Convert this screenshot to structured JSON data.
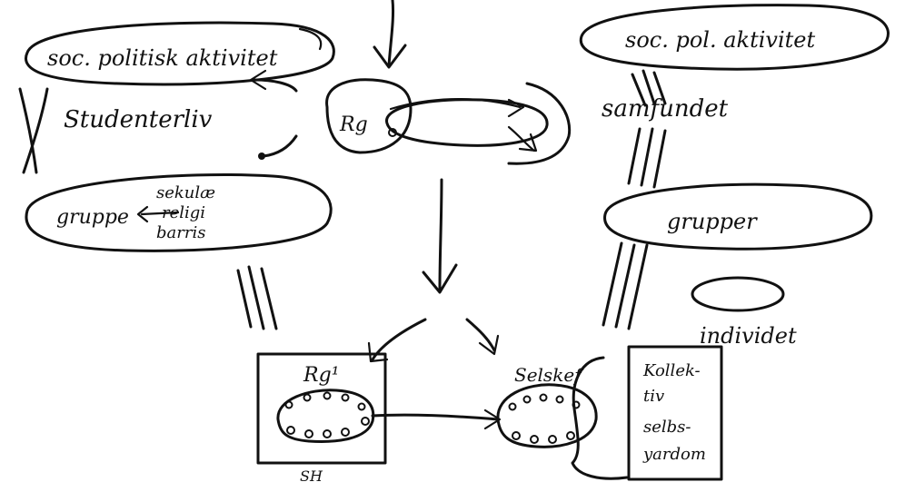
{
  "labels": {
    "top_left_ellipse": "soc. politisk aktivitet",
    "student_item": "Studenterliv",
    "group_target": "gruppe",
    "group_reasons": [
      "sekulæ",
      "religi",
      "barris"
    ],
    "top_right_ellipse": "soc. pol. aktivitet",
    "society": "samfundet",
    "groups_right": "grupper",
    "individual": "individet",
    "center_node": "Rg",
    "left_box_node": "Rg¹",
    "left_box_caption": "SH",
    "right_node": "Selskef",
    "right_box_text": [
      "Kollek-",
      "tiv",
      "selbs-",
      "yardom"
    ]
  }
}
